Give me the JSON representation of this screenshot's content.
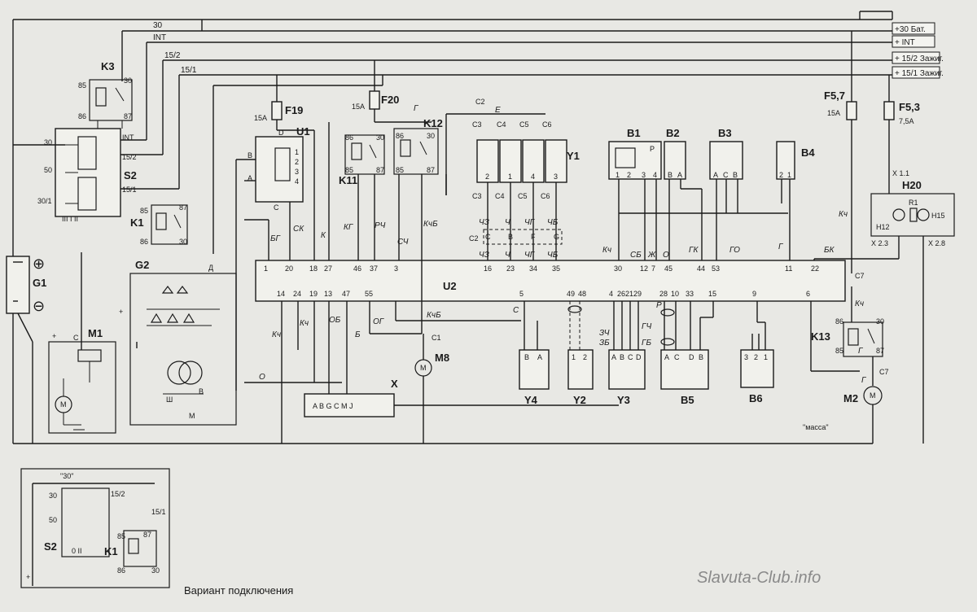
{
  "rails": {
    "bat": "+30 Бат.",
    "int": "+ INT",
    "ign152": "+ 15/2 Зажиг.",
    "ign151": "+ 15/1 Зажиг.",
    "l30": "30",
    "lint": "INT",
    "l152": "15/2",
    "l151": "15/1"
  },
  "components": {
    "G1": "G1",
    "M1": "M1",
    "G2": "G2",
    "K3": "K3",
    "S2": "S2",
    "K1": "K1",
    "U1": "U1",
    "F19": "F19",
    "F20": "F20",
    "K11": "K11",
    "K12": "K12",
    "Y1": "Y1",
    "B1": "B1",
    "B2": "B2",
    "B3": "B3",
    "B4": "B4",
    "F57": "F5,7",
    "F53": "F5,3",
    "H20": "H20",
    "U2": "U2",
    "M8": "M8",
    "X": "X",
    "Y4": "Y4",
    "Y2": "Y2",
    "Y3": "Y3",
    "B5": "B5",
    "B6": "B6",
    "K13": "K13",
    "M2": "M2"
  },
  "fuses": {
    "f19": "15A",
    "f20": "15A",
    "f57": "15A",
    "f53": "7,5A"
  },
  "wire_codes": {
    "bg": "БГ",
    "sk": "СК",
    "k": "К",
    "kg": "КГ",
    "rch": "РЧ",
    "sch": "СЧ",
    "kchb": "КчБ",
    "kch": "Кч",
    "ob": "ОБ",
    "b": "Б",
    "og": "ОГ",
    "o": "О",
    "kchb2": "КчБ",
    "sb": "СБ",
    "zh": "Ж",
    "o2": "О",
    "gk": "ГК",
    "go": "ГО",
    "g": "Г",
    "bk": "БК",
    "kch2": "Кч",
    "s": "С",
    "zch": "ЗЧ",
    "zb": "ЗБ",
    "gch": "ГЧ",
    "gb": "ГБ",
    "r": "Р",
    "g2": "Г",
    "g3": "Г",
    "kch3": "Кч",
    "kch4": "Кч",
    "e": "Е",
    "g4": "Г",
    "chz": "ЧЗ",
    "ch": "Ч",
    "chg": "ЧГ",
    "chb": "ЧБ",
    "chz2": "ЧЗ",
    "ch2": "Ч",
    "chg2": "ЧГ",
    "chb2": "ЧБ"
  },
  "u2_pins_top": [
    "1",
    "20",
    "18",
    "27",
    "46",
    "37",
    "3",
    "16",
    "23",
    "34",
    "35",
    "30",
    "12",
    "7",
    "45",
    "44",
    "53",
    "11",
    "22"
  ],
  "u2_pins_bottom": [
    "14",
    "24",
    "19",
    "13",
    "47",
    "55",
    "5",
    "49",
    "48",
    "4",
    "26",
    "21",
    "29",
    "28",
    "10",
    "33",
    "15",
    "9",
    "6"
  ],
  "connector_X_pins": "A B G C M J",
  "y1_pins": [
    "2",
    "1",
    "4",
    "3"
  ],
  "y1_conn_labels": [
    "C3",
    "C4",
    "C5",
    "C6"
  ],
  "y1_link_labels": [
    "C",
    "B",
    "F",
    "G"
  ],
  "c2_label": "C2",
  "c2b_label": "C2",
  "c1_label": "C1",
  "c7_label": "C7",
  "c7b_label": "C7",
  "x11_label": "X 1.1",
  "x23_label": "X 2.3",
  "x28_label": "X 2.8",
  "h12_label": "H12",
  "h15_label": "H15",
  "r1_label": "R1",
  "u1_pins": [
    "B",
    "A",
    "D",
    "C"
  ],
  "u1_contacts": [
    "1",
    "2",
    "3",
    "4"
  ],
  "b1_pins": [
    "1",
    "2",
    "3",
    "4"
  ],
  "b1_p": "P",
  "b2_pins": [
    "B",
    "A"
  ],
  "b3_pins": [
    "A",
    "C",
    "B"
  ],
  "b4_pins": [
    "2",
    "1"
  ],
  "y4_pins": [
    "B",
    "A"
  ],
  "y2_pins": [
    "1",
    "2"
  ],
  "y3_pins": [
    "A",
    "B",
    "C",
    "D"
  ],
  "b5_pins": [
    "A",
    "C",
    "D",
    "B"
  ],
  "b6_pins": [
    "3",
    "2",
    "1"
  ],
  "g2_labels": {
    "plus": "+",
    "d": "Д",
    "sh": "Ш",
    "v": "В",
    "m": "М"
  },
  "g1_labels": {
    "plus": "⊕",
    "minus": "⊖"
  },
  "relay_pins": [
    "85",
    "86",
    "30",
    "87"
  ],
  "s2_pins": {
    "p30": "30",
    "p50": "50",
    "p301": "30/1",
    "pint": "INT",
    "p152": "15/2",
    "p151": "15/1",
    "pos": "III  I  II"
  },
  "massa": "\"масса\"",
  "variant": {
    "caption": "Вариант подключения",
    "top": "\"30\"",
    "p30": "30",
    "p50": "50",
    "p152": "15/2",
    "p151": "15/1",
    "positions": "0   II",
    "plus": "+"
  },
  "watermark": "Slavuta-Club.info"
}
